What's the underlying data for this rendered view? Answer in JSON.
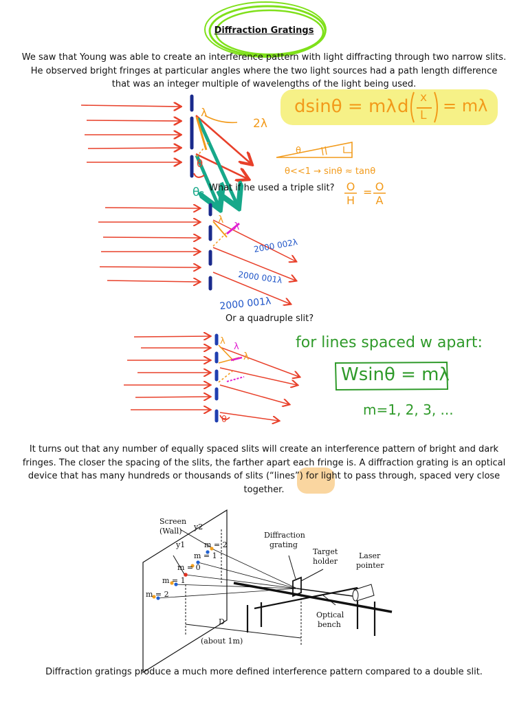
{
  "title": "Diffraction Gratings",
  "intro_paragraph": "We saw that Young was able to create an interference pattern with light diffracting through two narrow slits. He observed bright fringes at particular angles where the two light sources had a path length difference that was an integer multiple of wavelengths of the light being used.",
  "triple_question": "What if he used a triple slit?",
  "quadruple_question": "Or a quadruple slit?",
  "body_paragraph": "It turns out that any number of equally spaced slits will create an interference pattern of bright and dark fringes. The closer the spacing of the slits, the farther apart each fringe is.  A diffraction grating is an optical device that has many hundreds or thousands of slits (“lines”) for light to pass through, spaced very close together.",
  "conclusion": "Diffraction gratings produce a much more defined interference pattern compared to a double slit.",
  "annotations": {
    "double_slit_lambda": "λ",
    "double_slit_2lambda": "2λ",
    "double_slit_theta": "θ",
    "double_slit_theta2": "θ₂",
    "eq_dsin": "dsinθ = mλ",
    "eq_dxL_d": "d",
    "eq_dxL_x": "x",
    "eq_dxL_L": "L",
    "eq_dxL_rhs": "= mλ",
    "small_angle": "θ<<1 → sinθ ≈ tanθ",
    "ratio_O1": "O",
    "ratio_H": "H",
    "ratio_O2": "O",
    "ratio_A": "A",
    "triangle_theta": "θ",
    "triple_lambda": "λ",
    "triple_lambda_pink": "λ",
    "triple_path1": "2000 002λ",
    "triple_path2": "2000 001λ",
    "triple_path3": "2000 001λ",
    "quad_lambda1": "λ",
    "quad_lambda2": "λ",
    "quad_lambda3": "λ",
    "quad_theta": "θ",
    "lines_spaced": "for lines spaced w apart:",
    "eq_wsin": "Wsinθ = mλ",
    "m_values": "m=1, 2, 3, ..."
  },
  "figure": {
    "screen_label_1": "Screen",
    "screen_label_2": "(Wall)",
    "y2": "y2",
    "y1": "y1",
    "m2_top": "m = 2",
    "m1_top": "m = 1",
    "m0": "m = 0",
    "m1_bottom": "m = 1",
    "m2_bottom": "m = 2",
    "grating_1": "Diffraction",
    "grating_2": "grating",
    "target_1": "Target",
    "target_2": "holder",
    "laser_1": "Laser",
    "laser_2": "pointer",
    "bench_1": "Optical",
    "bench_2": "bench",
    "D": "D",
    "about": "(about 1m)"
  },
  "colors": {
    "red": "#e8402a",
    "navy": "#1a2a8c",
    "orange": "#f29a1a",
    "teal": "#17a88a",
    "green": "#2f9a2a",
    "lime": "#7fe01a",
    "yellow_hl": "#f5f07a",
    "peach_hl": "#f9cf8f",
    "blue": "#1f55c8",
    "magenta": "#e020d0",
    "pink": "#e0309a"
  }
}
